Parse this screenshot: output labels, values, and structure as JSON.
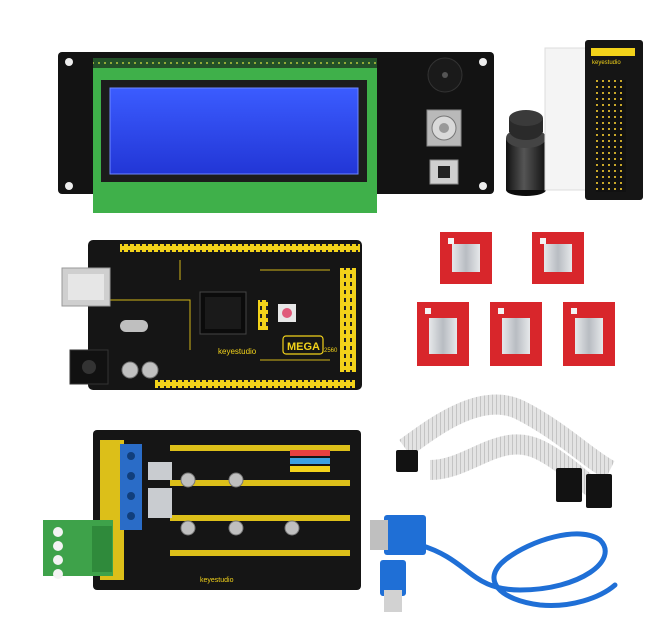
{
  "image": {
    "kind": "product-photo",
    "background": "#ffffff"
  },
  "labels": {
    "brand_mega": "keyestudio",
    "mega_logo": "MEGA",
    "mega_model": "2560",
    "brand_ramps": "keyestudio",
    "lcd_adapter": "keyestudio"
  },
  "colors": {
    "pcb_black": "#151515",
    "silk_yellow": "#f2d21a",
    "lcd_blue": "#2f4ff0",
    "lcd_green": "#3fb04a",
    "driver_red": "#d8262b",
    "heatsink": "#c9ccd0",
    "usb_blue": "#1f6fd6",
    "ribbon_grey": "#d9d9d9",
    "terminal_green": "#3ea24a",
    "terminal_blue": "#2a6cc7"
  },
  "icons": [
    "lcd-display-module",
    "rotary-knob",
    "lcd-adapter-board",
    "mega-2560-board",
    "stepper-driver-module",
    "ramps-shield",
    "ribbon-cable",
    "usb-cable"
  ]
}
